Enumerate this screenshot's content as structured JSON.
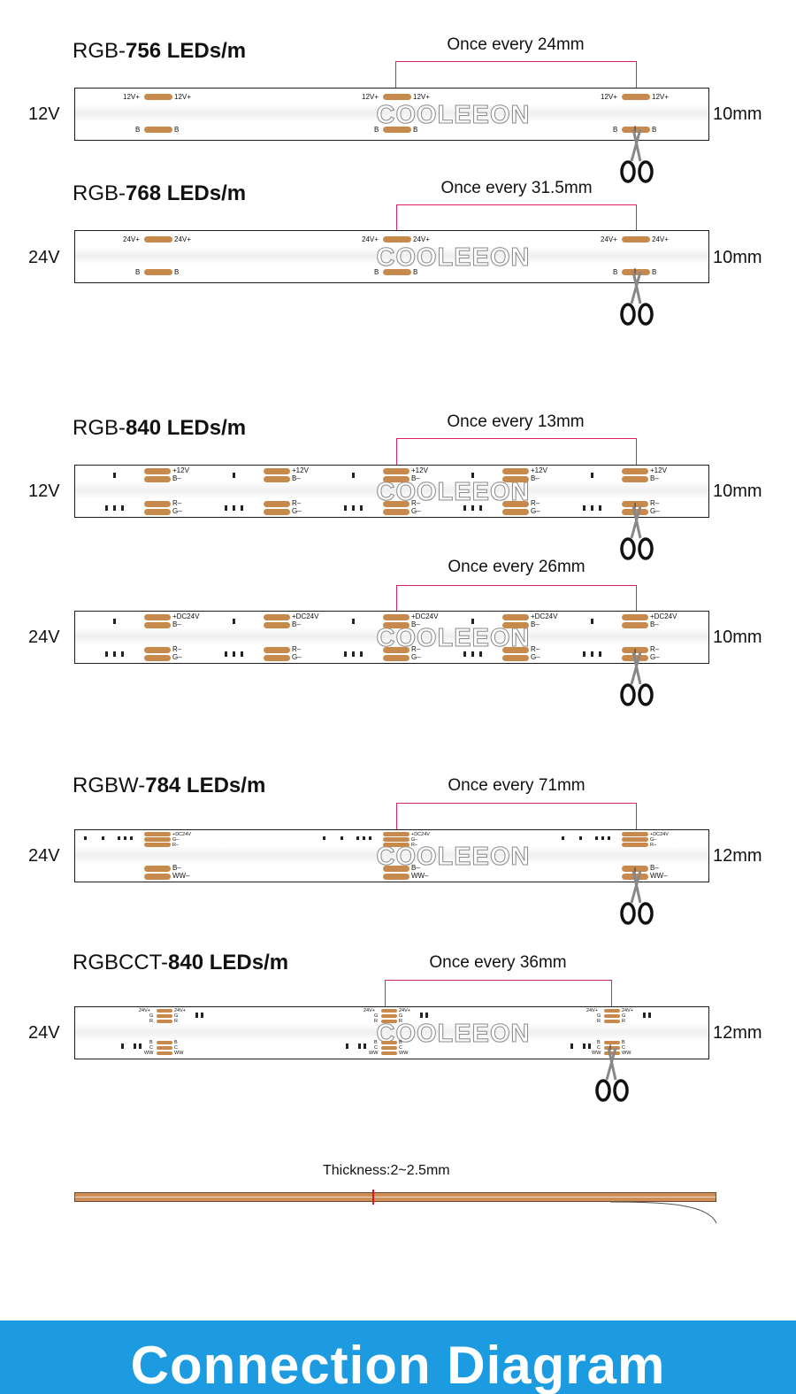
{
  "brand": "COOLEEON",
  "colors": {
    "pad": "#c8894d",
    "bracket": "#d8245a",
    "banner": "#1c9be0"
  },
  "strips": [
    {
      "prefix": "RGB-",
      "number": "756",
      "unit": " LEDs/m",
      "cut": "Once every 24mm",
      "voltage": "12V",
      "width": "10mm",
      "top_labels": [
        "12V+",
        "12V+"
      ],
      "bottom_labels": [
        "B",
        "B"
      ]
    },
    {
      "prefix": "RGB-",
      "number": "768",
      "unit": " LEDs/m",
      "cut": "Once every 31.5mm",
      "voltage": "24V",
      "width": "10mm",
      "top_labels": [
        "24V+",
        "24V+"
      ],
      "bottom_labels": [
        "B",
        "B"
      ]
    },
    {
      "prefix": "RGB-",
      "number": "840",
      "unit": " LEDs/m",
      "cut": "Once every 13mm",
      "voltage": "12V",
      "width": "10mm",
      "pad_labels": [
        "+12V",
        "B–",
        "R–",
        "G–"
      ]
    },
    {
      "prefix": "",
      "number": "",
      "unit": "",
      "cut": "Once every 26mm",
      "voltage": "24V",
      "width": "10mm",
      "pad_labels": [
        "+DC24V",
        "B–",
        "R–",
        "G–"
      ]
    },
    {
      "prefix": "RGBW-",
      "number": "784",
      "unit": " LEDs/m",
      "cut": "Once every 71mm",
      "voltage": "24V",
      "width": "12mm",
      "top_labels": [
        "+DC24V",
        "G–",
        "R–"
      ],
      "bottom_labels": [
        "B–",
        "WW–"
      ]
    },
    {
      "prefix": "RGBCCT-",
      "number": "840",
      "unit": " LEDs/m",
      "cut": "Once every 36mm",
      "voltage": "24V",
      "width": "12mm",
      "left_labels": [
        "24V+",
        "G",
        "R"
      ],
      "right_labels": [
        "24V+",
        "G",
        "R"
      ],
      "left_bottom_labels": [
        "B",
        "C",
        "WW"
      ],
      "right_bottom_labels": [
        "B",
        "C",
        "WW"
      ]
    }
  ],
  "thickness": "Thickness:2~2.5mm",
  "banner": "Connection Diagram"
}
